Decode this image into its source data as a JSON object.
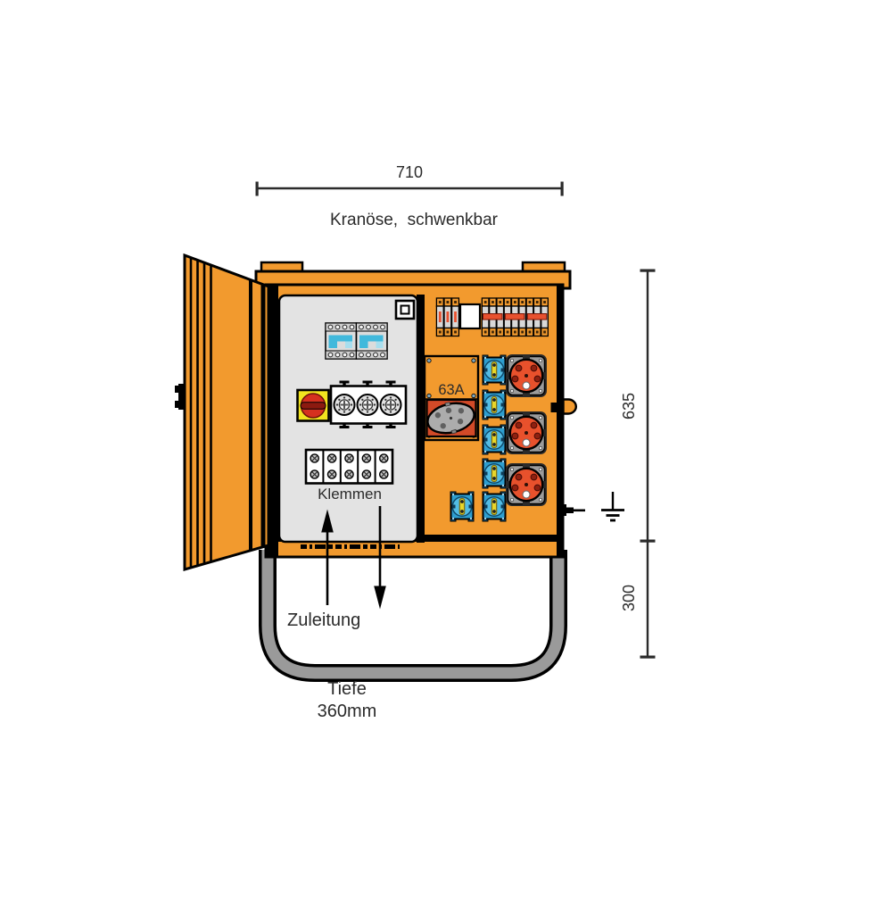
{
  "labels": {
    "width_dim": "710",
    "crane": "Kranöse,  schwenkbar",
    "height_dim": "635",
    "stand_dim": "300",
    "socket_63a": "63A",
    "terminals": "Klemmen",
    "supply": "Zuleitung",
    "depth_line1": "Tiefe",
    "depth_line2": "360mm"
  },
  "components": {
    "rcd_breaker_modules": 2,
    "fuse_holders": 3,
    "terminal_clamps": 5,
    "breakers_left_group": 3,
    "breakers_right_group": 9,
    "breaker_link_bars": 3,
    "sockets_cee_blue_16a": 6,
    "sockets_cee_red_32a": 3,
    "sockets_cee_63a": 1
  },
  "colors": {
    "orange": "#F29A2E",
    "panel_gray": "#E3E3E3",
    "breaker_red": "#E8512F",
    "rcd_cyan": "#41B9DC",
    "socket_blue": "#2E9ECF",
    "socket_red": "#E8512C",
    "slot_yellow": "#E8D62B",
    "switch_yellow": "#F2E41F",
    "switch_knob_red": "#D6301F",
    "plate_63a_red": "#D24A28",
    "stand_gray": "#9A9A9A",
    "text_color": "#2B2B2B"
  }
}
